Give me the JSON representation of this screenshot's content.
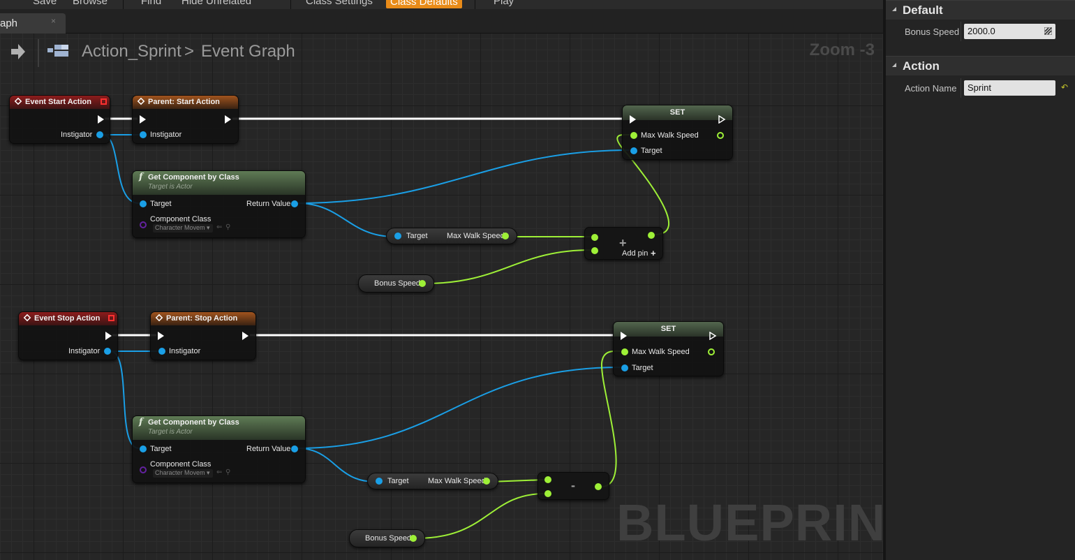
{
  "toolbar": {
    "items": [
      "Save",
      "Browse",
      "Find",
      "Hide Unrelated",
      "Class Settings",
      "Class Defaults",
      "Play"
    ],
    "active_index": 5
  },
  "tab": {
    "label": "aph"
  },
  "graph_header": {
    "title": "Action_Sprint",
    "separator": ">",
    "subtitle": "Event Graph",
    "zoom": "Zoom -3"
  },
  "watermark": "BLUEPRINT",
  "nodes": {
    "event_start": {
      "title": "Event Start Action",
      "pin": "Instigator"
    },
    "parent_start": {
      "title": "Parent: Start Action",
      "pin": "Instigator"
    },
    "get_comp_1": {
      "title": "Get Component by Class",
      "subtitle": "Target is Actor",
      "target": "Target",
      "return": "Return Value",
      "class_label": "Component Class",
      "class_value": "Character Movem"
    },
    "set_1": {
      "title": "SET",
      "pin1": "Max Walk Speed",
      "pin2": "Target"
    },
    "get_mws_1": {
      "target": "Target",
      "value": "Max Walk Speed"
    },
    "add": {
      "symbol": "+",
      "add_pin": "Add pin"
    },
    "bonus_1": {
      "label": "Bonus Speed"
    },
    "event_stop": {
      "title": "Event Stop Action",
      "pin": "Instigator"
    },
    "parent_stop": {
      "title": "Parent: Stop Action",
      "pin": "Instigator"
    },
    "get_comp_2": {
      "title": "Get Component by Class",
      "subtitle": "Target is Actor",
      "target": "Target",
      "return": "Return Value",
      "class_label": "Component Class",
      "class_value": "Character Movem"
    },
    "set_2": {
      "title": "SET",
      "pin1": "Max Walk Speed",
      "pin2": "Target"
    },
    "get_mws_2": {
      "target": "Target",
      "value": "Max Walk Speed"
    },
    "subtract": {
      "symbol": "-"
    },
    "bonus_2": {
      "label": "Bonus Speed"
    }
  },
  "details": {
    "categories": [
      {
        "label": "Default",
        "props": [
          {
            "label": "Bonus Speed",
            "value": "2000.0"
          }
        ]
      },
      {
        "label": "Action",
        "props": [
          {
            "label": "Action Name",
            "value": "Sprint"
          }
        ]
      }
    ]
  },
  "colors": {
    "exec_wire": "#ffffff",
    "object_pin": "#1a9fe6",
    "float_pin": "#9ef037",
    "class_pin": "#6322a0",
    "accent": "#e98b18"
  },
  "icons": [
    "back-arrow-icon",
    "blueprint-icon",
    "close-icon",
    "event-diamond-icon",
    "function-icon",
    "dropdown-arrow-icon",
    "browse-icon",
    "search-icon",
    "slider-icon",
    "reset-icon",
    "collapse-arrow-icon"
  ]
}
